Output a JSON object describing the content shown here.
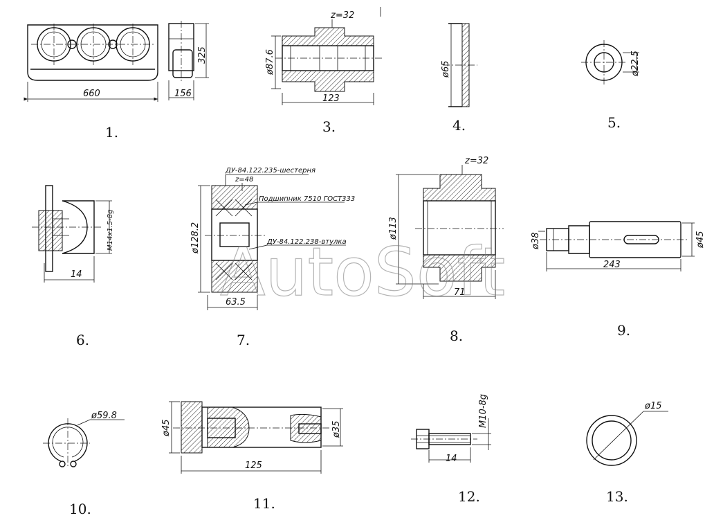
{
  "watermark": "AutoSoft",
  "parts": [
    {
      "id": "1",
      "label": "1.",
      "dims": [
        "660",
        "156",
        "325"
      ]
    },
    {
      "id": "3",
      "label": "3.",
      "dims": [
        "z=32",
        "ø87.6",
        "123"
      ]
    },
    {
      "id": "4",
      "label": "4.",
      "dims": [
        "ø65"
      ]
    },
    {
      "id": "5",
      "label": "5.",
      "dims": [
        "ø22.5"
      ]
    },
    {
      "id": "6",
      "label": "6.",
      "dims": [
        "M14x1.5-8g",
        "14"
      ]
    },
    {
      "id": "7",
      "label": "7.",
      "dims": [
        "ø128.2",
        "63.5"
      ],
      "notes": [
        "ДУ-84.122.235-шестерня",
        "z=48",
        "Подшипник 7510 ГОСТ333",
        "ДУ-84.122.238-втулка"
      ]
    },
    {
      "id": "8",
      "label": "8.",
      "dims": [
        "z=32",
        "ø113",
        "71"
      ]
    },
    {
      "id": "9",
      "label": "9.",
      "dims": [
        "ø38",
        "ø45",
        "243"
      ]
    },
    {
      "id": "10",
      "label": "10.",
      "dims": [
        "ø59.8"
      ]
    },
    {
      "id": "11",
      "label": "11.",
      "dims": [
        "ø45",
        "ø35",
        "125"
      ]
    },
    {
      "id": "12",
      "label": "12.",
      "dims": [
        "M10-8g",
        "14"
      ]
    },
    {
      "id": "13",
      "label": "13.",
      "dims": [
        "ø15"
      ]
    }
  ]
}
